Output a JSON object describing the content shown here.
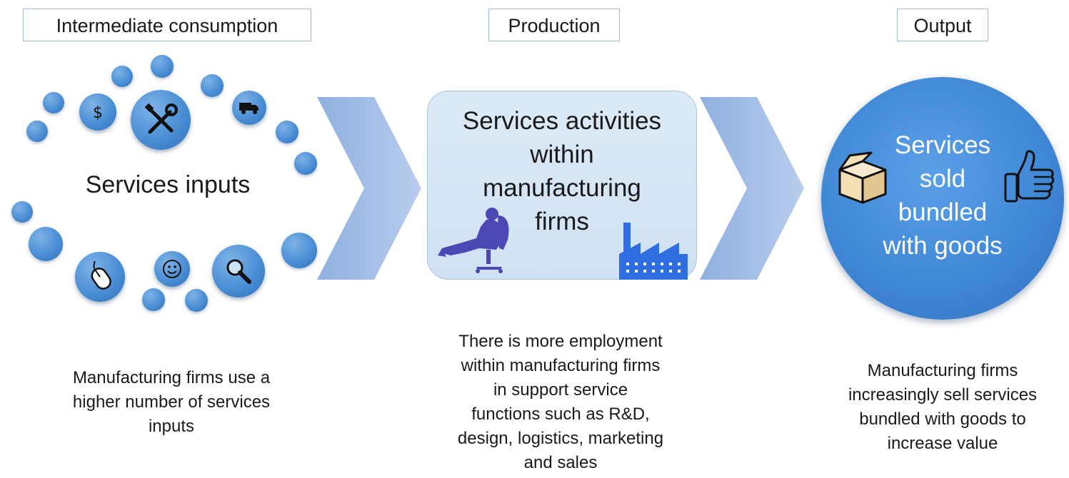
{
  "stages": {
    "intermediate": "Intermediate consumption",
    "production": "Production",
    "output": "Output"
  },
  "inputs": {
    "title": "Services inputs",
    "caption": "Manufacturing firms use a\nhigher number of services\ninputs"
  },
  "production": {
    "title": "Services activities\nwithin\nmanufacturing\nfirms",
    "caption": "There is more employment\nwithin manufacturing firms\nin support service\nfunctions such as R&D,\ndesign, logistics, marketing\nand sales"
  },
  "output": {
    "title": "Services\nsold\nbundled\nwith goods",
    "caption": "Manufacturing firms\nincreasingly sell services\nbundled with goods to\nincrease value"
  },
  "icons": [
    "dollar-icon",
    "tools-icon",
    "truck-icon",
    "mouse-icon",
    "smiley-icon",
    "magnifier-icon",
    "person-chair-icon",
    "factory-icon",
    "box-icon",
    "thumbs-up-icon"
  ],
  "colors": {
    "circle_blue": "#4a8fd6",
    "chevron": "#a9c2e6",
    "production_box": "#d6e6f5",
    "output_circle": "#3f86d4",
    "factory": "#2f6ee0",
    "person": "#4b47b3"
  }
}
